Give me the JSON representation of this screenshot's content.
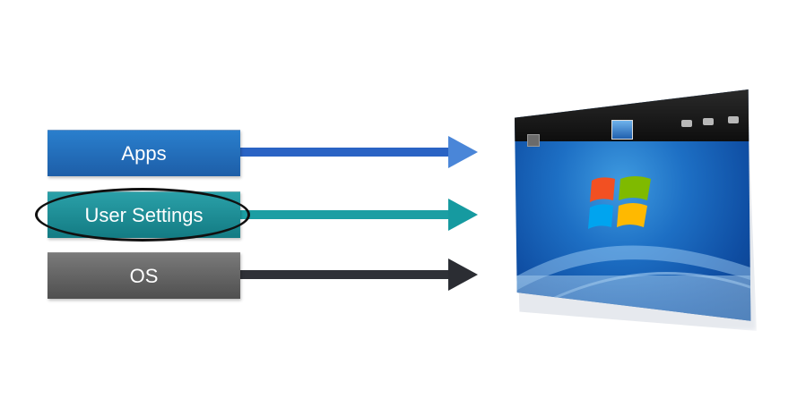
{
  "layers": [
    {
      "id": "apps",
      "label": "Apps",
      "color_top": "#2a7fcd",
      "color_bottom": "#1d5ea8",
      "arrow_color": "#2a63c4",
      "highlighted": false
    },
    {
      "id": "settings",
      "label": "User Settings",
      "color_top": "#2aa0a8",
      "color_bottom": "#137b83",
      "arrow_color": "#1b9ea3",
      "highlighted": true
    },
    {
      "id": "os",
      "label": "OS",
      "color_top": "#7a7a7a",
      "color_bottom": "#4f4f4f",
      "arrow_color": "#2f3137",
      "highlighted": false
    }
  ],
  "target": {
    "description_icon": "windows-desktop-icon",
    "logo_icon": "windows-logo-icon"
  },
  "colors": {
    "background": "#ffffff",
    "highlight_outline": "#101010"
  }
}
